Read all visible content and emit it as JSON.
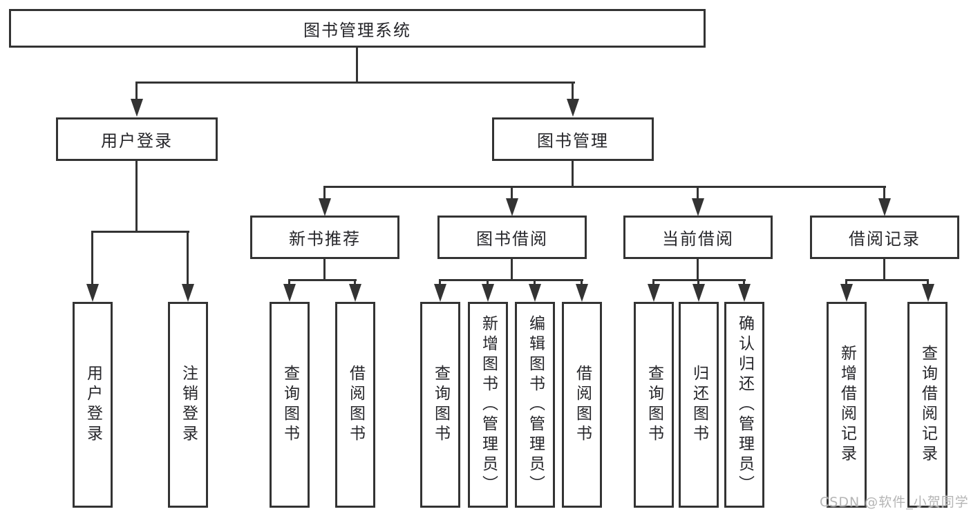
{
  "tree": {
    "root": {
      "label": "图书管理系统"
    },
    "branches": [
      {
        "label": "用户登录",
        "children": [
          {
            "label": "用户登录"
          },
          {
            "label": "注销登录"
          }
        ]
      },
      {
        "label": "图书管理",
        "children": [
          {
            "label": "新书推荐",
            "children": [
              {
                "label": "查询图书"
              },
              {
                "label": "借阅图书"
              }
            ]
          },
          {
            "label": "图书借阅",
            "children": [
              {
                "label": "查询图书"
              },
              {
                "label": "新增图书（管理员）"
              },
              {
                "label": "编辑图书（管理员）"
              },
              {
                "label": "借阅图书"
              }
            ]
          },
          {
            "label": "当前借阅",
            "children": [
              {
                "label": "查询图书"
              },
              {
                "label": "归还图书"
              },
              {
                "label": "确认归还（管理员）"
              }
            ]
          },
          {
            "label": "借阅记录",
            "children": [
              {
                "label": "新增借阅记录"
              },
              {
                "label": "查询借阅记录"
              }
            ]
          }
        ]
      }
    ]
  },
  "watermark": {
    "text": "CSDN @软件_小贺同学",
    "color": "#b5b5b5"
  },
  "colors": {
    "line": "#333333",
    "box_border": "#333333",
    "text": "#26262a",
    "background": "#ffffff"
  }
}
